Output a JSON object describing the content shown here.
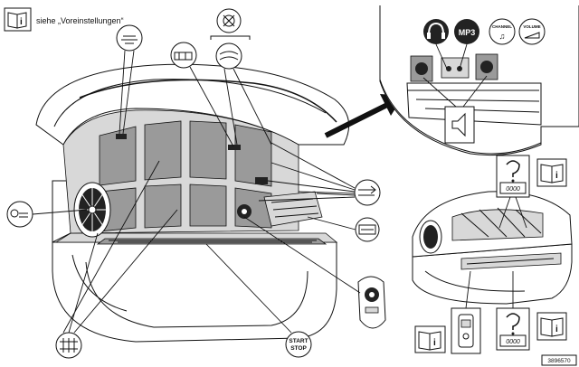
{
  "header": {
    "note": "siehe „Voreinstellungen“"
  },
  "audio": {
    "mp3_label": "MP3",
    "channel_label": "CHANNEL",
    "volume_label": "VOLUME"
  },
  "controls": {
    "start_label": "START",
    "stop_label": "STOP"
  },
  "display": {
    "code_top": "0000",
    "code_bottom": "0000"
  },
  "figure": {
    "id": "3896570"
  },
  "icons": [
    "info-book-icon",
    "fan-icon",
    "facial-tanner-icon",
    "ventilation-icon",
    "tanning-lamps-icon",
    "headphones-icon",
    "speaker-icon",
    "music-channel-icon",
    "volume-icon",
    "air-flow-icon",
    "remote-control-icon",
    "display-code-icon",
    "sliding-filter-icon"
  ]
}
